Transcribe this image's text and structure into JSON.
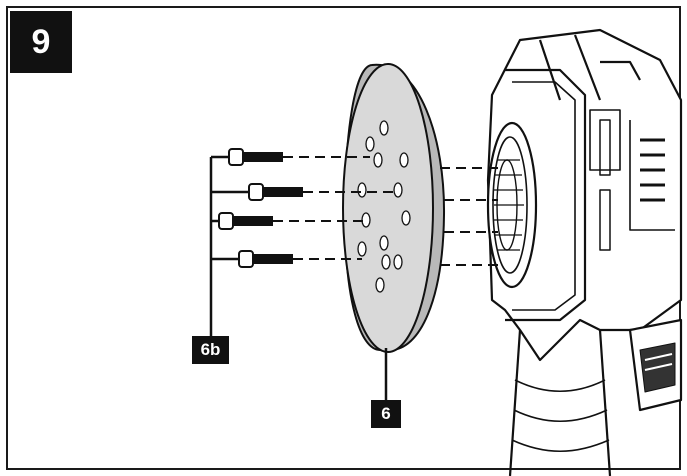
{
  "figure": {
    "step_number": "9",
    "callouts": {
      "screws": "6b",
      "pad": "6"
    }
  },
  "colors": {
    "ink": "#111111",
    "pad_fill": "#d8d8d8",
    "background": "#ffffff"
  },
  "icons": [
    "screw-icon",
    "sanding-pad",
    "sander-tool"
  ]
}
